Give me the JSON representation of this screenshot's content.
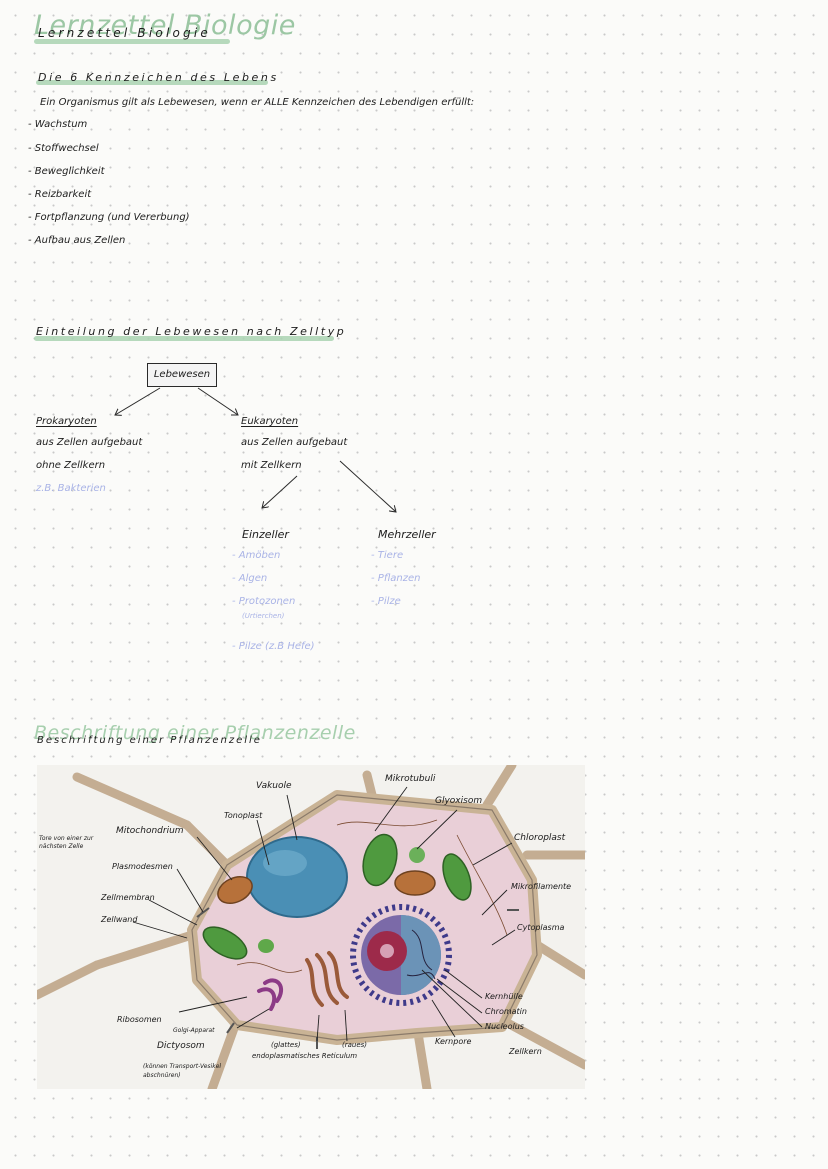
{
  "title": "Lernzettel Biologie",
  "section1": {
    "heading": "Die 6 Kennzeichen des Lebens",
    "intro": "Ein Organismus gilt als Lebewesen, wenn er ALLE Kennzeichen des Lebendigen erfüllt:",
    "items": [
      "- Wachstum",
      "- Stoffwechsel",
      "- Beweglichkeit",
      "- Reizbarkeit",
      "- Fortpflanzung (und Vererbung)",
      "- Aufbau aus Zellen"
    ]
  },
  "section2": {
    "heading": "Einteilung der Lebewesen nach Zelltyp",
    "root": "Lebewesen",
    "prokaryoten": {
      "title": "Prokaryoten",
      "line1": "aus Zellen aufgebaut",
      "line2": "ohne Zellkern",
      "example": "z.B. Bakterien"
    },
    "eukaryoten": {
      "title": "Eukaryoten",
      "line1": "aus Zellen aufgebaut",
      "line2": "mit Zellkern"
    },
    "einzeller": {
      "title": "Einzeller",
      "items": [
        "- Amöben",
        "- Algen",
        "- Protozonen"
      ],
      "note": "(Urtierchen)",
      "extra": "- Pilze (z.B Hefe)"
    },
    "mehrzeller": {
      "title": "Mehrzeller",
      "items": [
        "- Tiere",
        "- Pflanzen",
        "- Pilze"
      ]
    }
  },
  "section3": {
    "heading": "Beschriftung einer Pflanzenzelle",
    "labels": {
      "vakuole": "Vakuole",
      "mikrotubuli": "Mikrotubuli",
      "glyoxisom": "Glyoxisom",
      "tonoplast": "Tonoplast",
      "mitochondrium": "Mitochondrium",
      "tore": "Tore von einer zur nächsten Zelle",
      "plasmodesmen": "Plasmodesmen",
      "zellmembran": "Zellmembran",
      "zellwand": "Zellwand",
      "chloroplast": "Chloroplast",
      "mikrofilamente": "Mikrofilamente",
      "cytoplasma": "Cytoplasma",
      "kernhuelle": "Kernhülle",
      "chromatin": "Chromatin",
      "nucleolus": "Nucleolus",
      "kernpore": "Kernpore",
      "zellkern": "Zellkern",
      "ribosomen": "Ribosomen",
      "golgi": "Golgi-Apparat",
      "dictyosom": "Dictyosom",
      "vesikel": "(können Transport-Vesikel abschnüren)",
      "glattes": "(glattes)",
      "raues": "(raues)",
      "er": "endoplasmatisches Reticulum"
    }
  },
  "colors": {
    "heading_green": "#a7cfae",
    "example_blue": "#a9b3e6",
    "cytoplasm": "#ecd3dc",
    "vacuole": "#4a8fb5",
    "chloroplast": "#4f9a3f",
    "cell_wall": "#c7b196"
  }
}
